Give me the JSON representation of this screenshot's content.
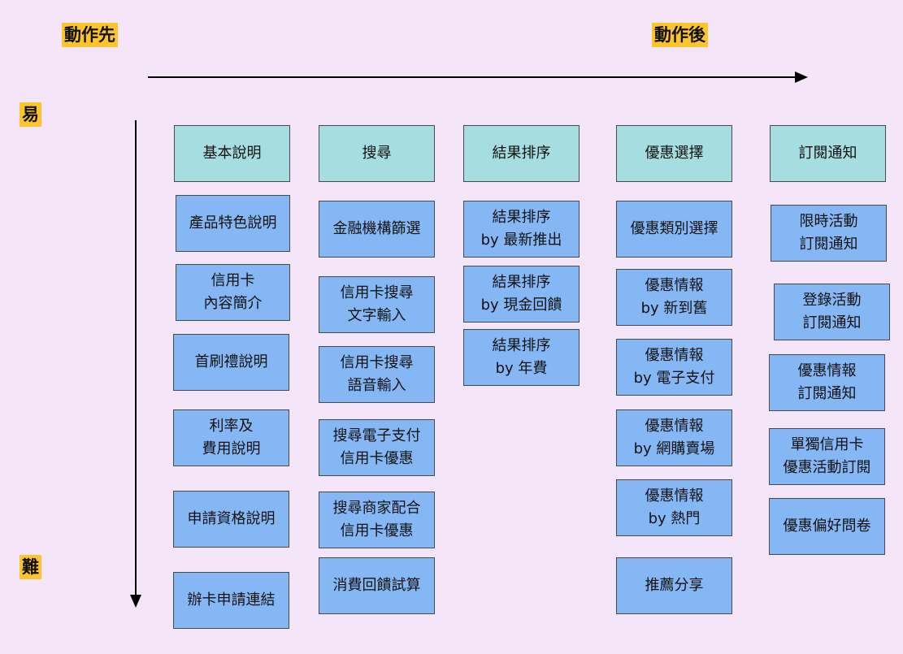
{
  "axes": {
    "start_label": "動作先",
    "end_label": "動作後",
    "easy_label": "易",
    "hard_label": "難"
  },
  "columns": [
    {
      "header": "基本說明",
      "items": [
        "產品特色說明",
        "信用卡\n內容簡介",
        "首刷禮說明",
        "利率及\n費用說明",
        "申請資格說明",
        "辦卡申請連結"
      ]
    },
    {
      "header": "搜尋",
      "items": [
        "金融機構篩選",
        "信用卡搜尋\n文字輸入",
        "信用卡搜尋\n語音輸入",
        "搜尋電子支付\n信用卡優惠",
        "搜尋商家配合\n信用卡優惠",
        "消費回饋試算"
      ]
    },
    {
      "header": "結果排序",
      "items": [
        "結果排序\nby 最新推出",
        "結果排序\nby 現金回饋",
        "結果排序\nby 年費"
      ]
    },
    {
      "header": "優惠選擇",
      "items": [
        "優惠類別選擇",
        "優惠情報\nby 新到舊",
        "優惠情報\nby 電子支付",
        "優惠情報\nby 網購賣場",
        "優惠情報\nby 熱門",
        "推薦分享"
      ]
    },
    {
      "header": "訂閱通知",
      "items": [
        "限時活動\n訂閱通知",
        "登錄活動\n訂閱通知",
        "優惠情報\n訂閱通知",
        "單獨信用卡\n優惠活動訂閱",
        "優惠偏好問卷"
      ]
    }
  ]
}
